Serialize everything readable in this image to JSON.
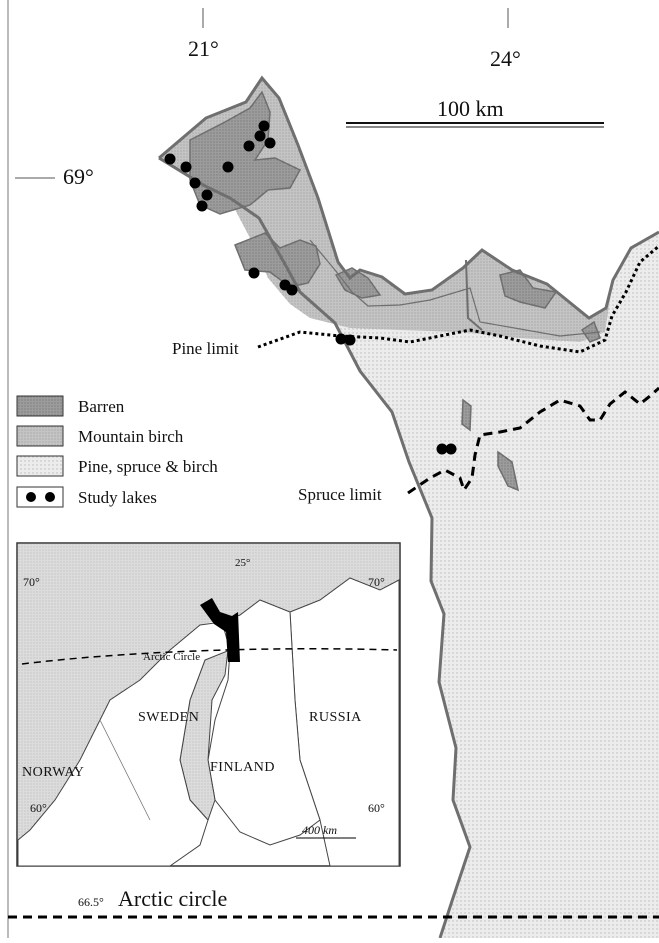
{
  "map": {
    "longitudes": [
      "21°",
      "24°"
    ],
    "latitude_main": "69°",
    "scale_bar": "100 km",
    "line_labels": {
      "pine": "Pine limit",
      "spruce": "Spruce limit",
      "arctic": "Arctic circle",
      "arctic_lat": "66.5°"
    },
    "legend": {
      "items": [
        {
          "label": "Barren",
          "color": "#9c9c9c"
        },
        {
          "label": "Mountain birch",
          "color": "#c4c4c4"
        },
        {
          "label": "Pine, spruce & birch",
          "color": "#ececec"
        },
        {
          "label": "Study lakes",
          "color": "#000000"
        }
      ]
    },
    "inset": {
      "lon": "25°",
      "lat_left_top": "70°",
      "lat_right_top": "70°",
      "lat_left_bottom": "60°",
      "lat_right_bottom": "60°",
      "arctic_label": "Arctic Circle",
      "countries": [
        "SWEDEN",
        "RUSSIA",
        "NORWAY",
        "FINLAND"
      ],
      "scale": "400 km"
    },
    "colors": {
      "border": "#6f6f6f",
      "barren": "#9c9c9c",
      "birch": "#c4c4c4",
      "forest": "#ececec",
      "sea": "#d9d9d9"
    }
  }
}
